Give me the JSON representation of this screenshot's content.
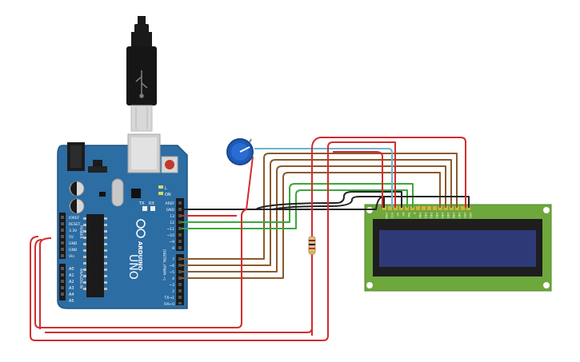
{
  "arduino": {
    "model": "UNO",
    "brand": "ARDUINO",
    "tx_label": "TX",
    "rx_label": "RX",
    "l_label": "L",
    "on_label": "ON",
    "power_label": "POWER",
    "analog_label": "ANALOG IN",
    "digital_label": "DIGITAL (PWM ~)",
    "left_pins": [
      "IOREF",
      "RESET",
      "3.3V",
      "5V",
      "GND",
      "GND",
      "Vin"
    ],
    "analog_pins": [
      "A0",
      "A1",
      "A2",
      "A3",
      "A4",
      "A5"
    ],
    "digital_top": [
      "AREF",
      "GND",
      "13",
      "12",
      "~11",
      "~10",
      "~9",
      "8"
    ],
    "digital_bottom": [
      "7",
      "~6",
      "~5",
      "4",
      "~3",
      "2",
      "TX→1",
      "RX←0"
    ]
  },
  "lcd": {
    "pin_labels": [
      "GND",
      "VCC",
      "V0",
      "RS",
      "RW",
      "E",
      "DB0",
      "DB1",
      "DB2",
      "DB3",
      "DB4",
      "DB5",
      "DB6",
      "DB7",
      "LED",
      "LED"
    ]
  },
  "colors": {
    "board": "#2c6da3",
    "lcd_board": "#6ea83c",
    "lcd_screen": "#2e3a78",
    "wire_red": "#d42c2c",
    "wire_black": "#222222",
    "wire_brown": "#8a5a2c",
    "wire_green": "#3aa83a",
    "wire_blue": "#6ab4d6"
  }
}
